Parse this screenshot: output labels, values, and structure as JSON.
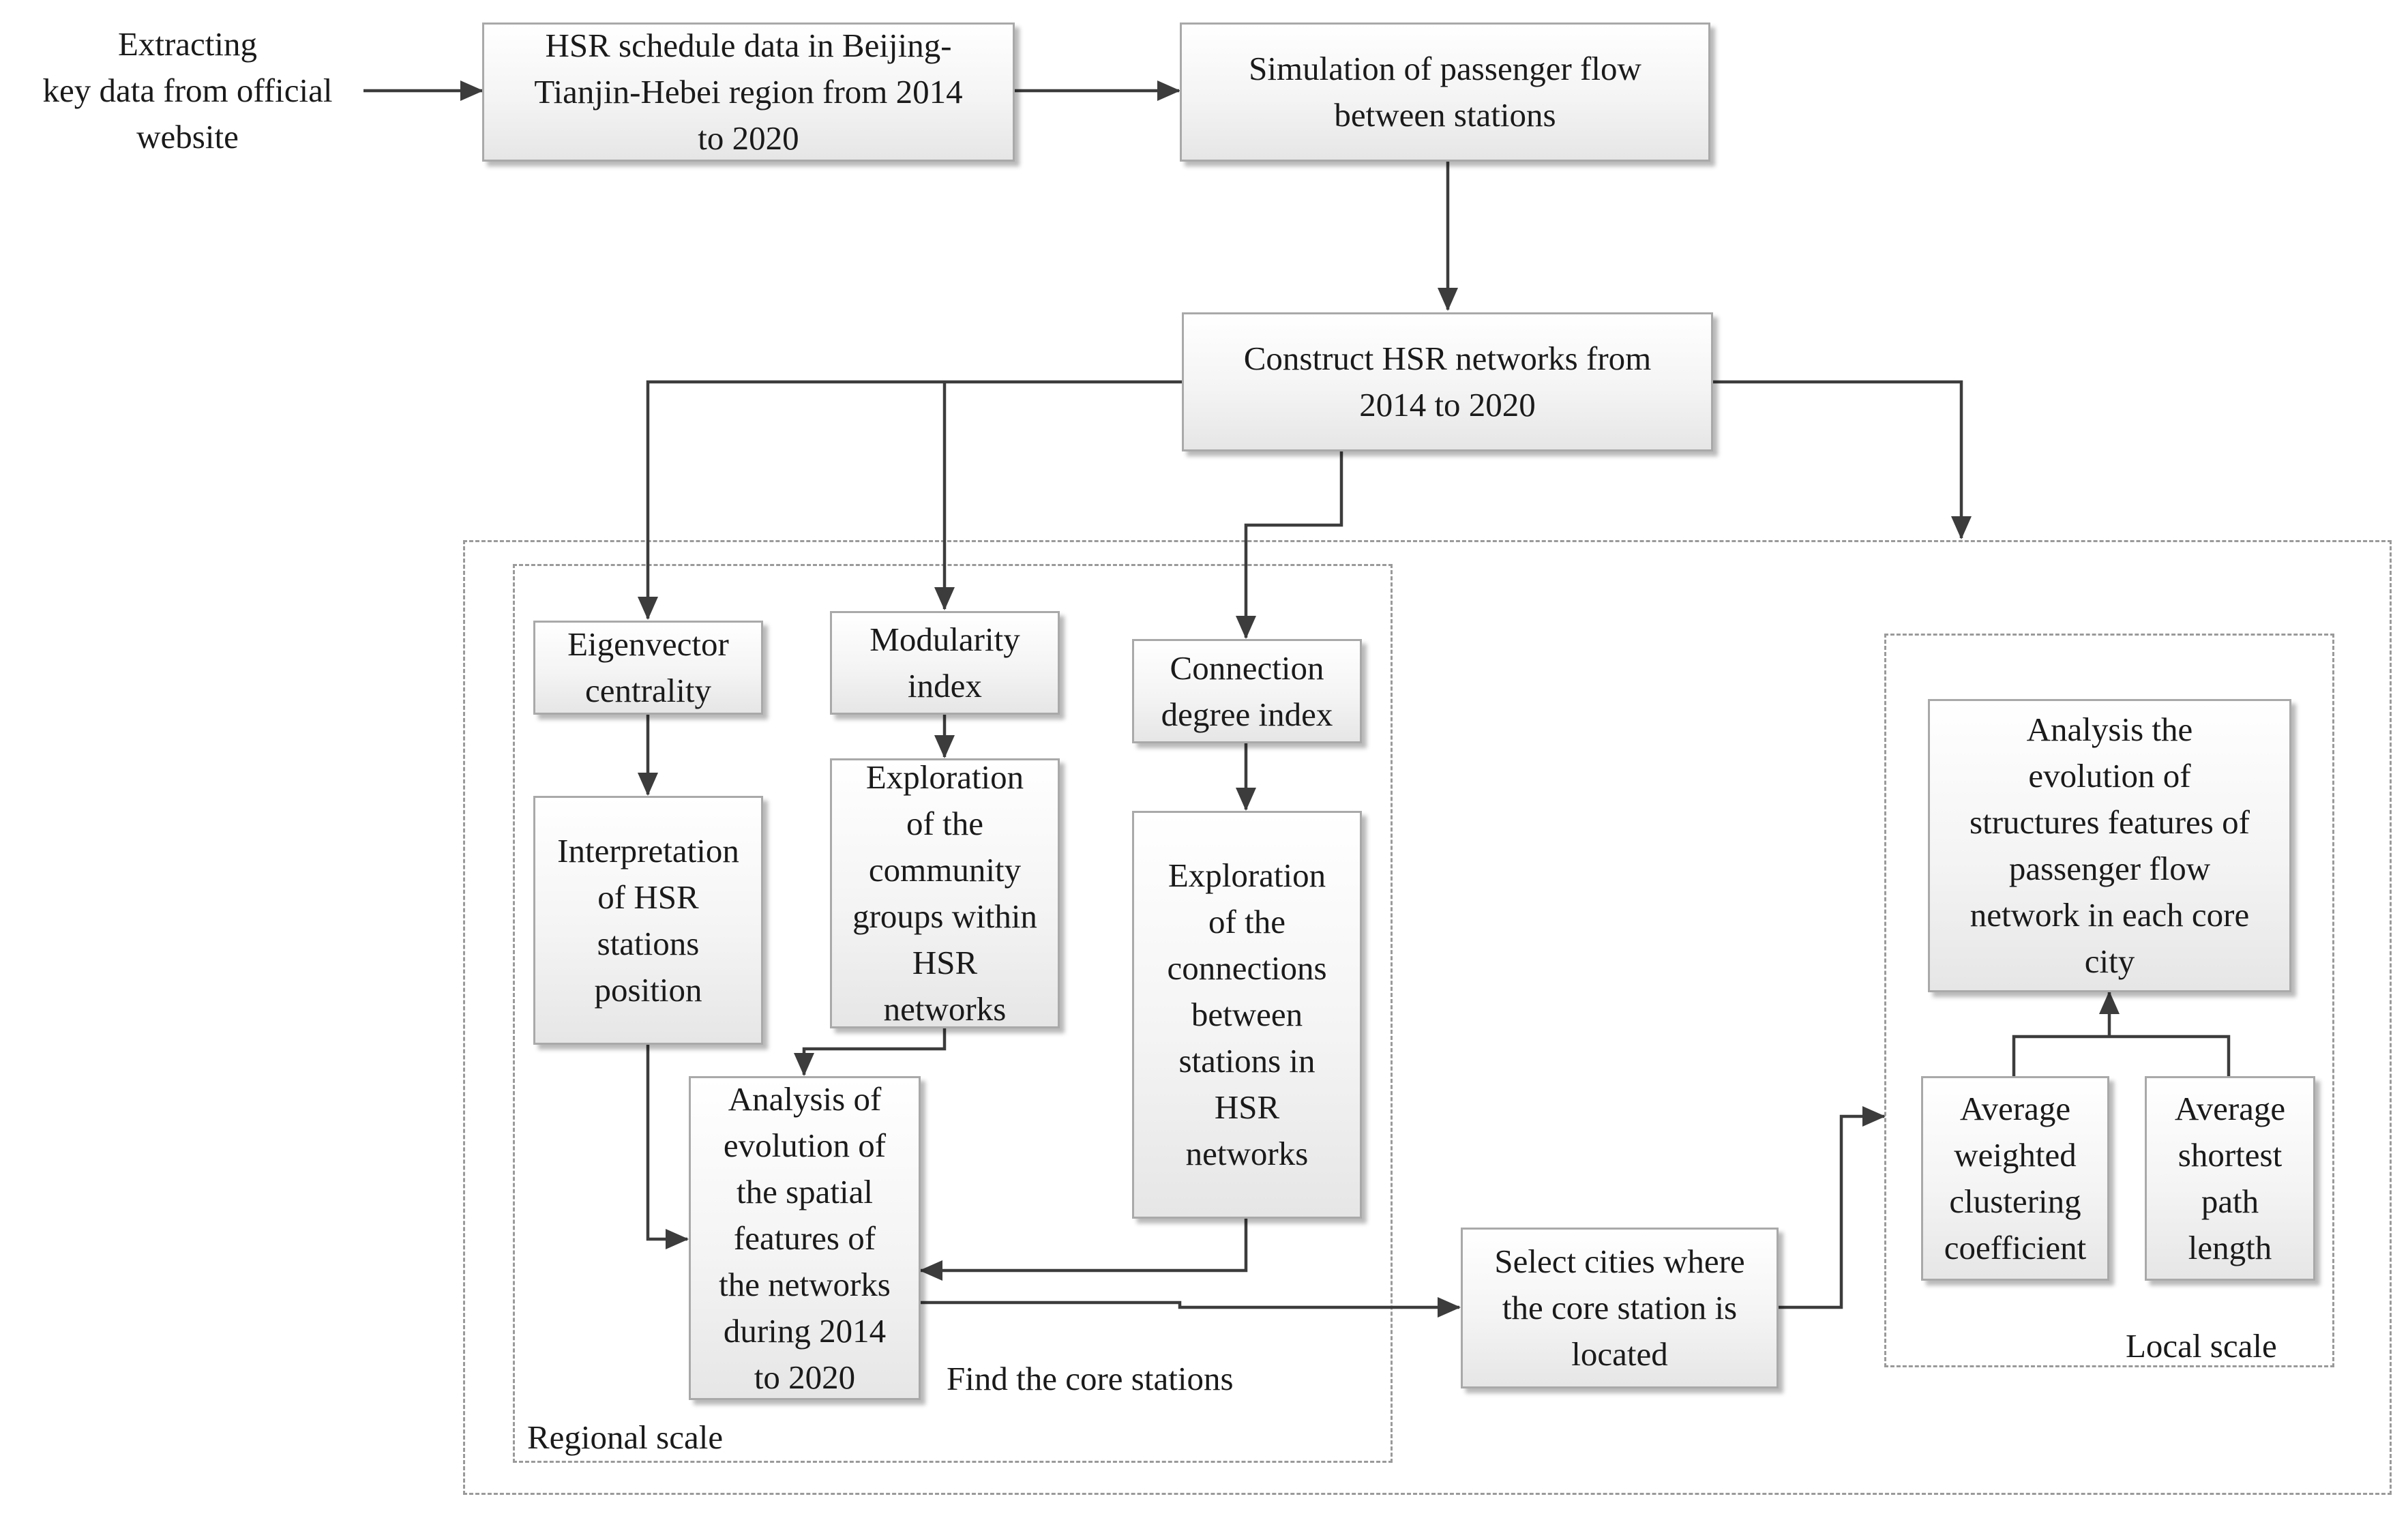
{
  "diagram": {
    "nodes": {
      "source": "Extracting\nkey data from official\nwebsite",
      "schedule": "HSR schedule data in Beijing-\nTianjin-Hebei region from 2014\nto 2020",
      "simulation": "Simulation of  passenger flow\nbetween stations",
      "construct": "Construct  HSR networks from\n2014 to 2020",
      "eigenvector": "Eigenvector\ncentrality",
      "modularity": "Modularity\nindex",
      "connection_degree": "Connection\ndegree index",
      "interpretation": "Interpretation\nof HSR\nstations\nposition",
      "community": "Exploration\nof the\ncommunity\ngroups within\nHSR\nnetworks",
      "connections": "Exploration\nof the\nconnections\nbetween\nstations in\nHSR\nnetworks",
      "spatial_analysis": "Analysis of\nevolution of\nthe spatial\nfeatures of\nthe networks\nduring 2014\nto 2020",
      "select_cities": "Select cities where\nthe core station is\nlocated",
      "structure_analysis": "Analysis the\nevolution of\nstructures features of\npassenger flow\nnetwork in each core\ncity",
      "clustering": "Average\nweighted\nclustering\ncoefficient",
      "shortest_path": "Average\nshortest\npath\nlength"
    },
    "labels": {
      "find_core": "Find the core stations",
      "regional_scale": "Regional scale",
      "local_scale": "Local scale"
    },
    "colors": {
      "box_border": "#a9a9a9",
      "arrow": "#3c3c3c",
      "dashed_border": "#9a9a9a",
      "text": "#1a1a1a"
    }
  }
}
